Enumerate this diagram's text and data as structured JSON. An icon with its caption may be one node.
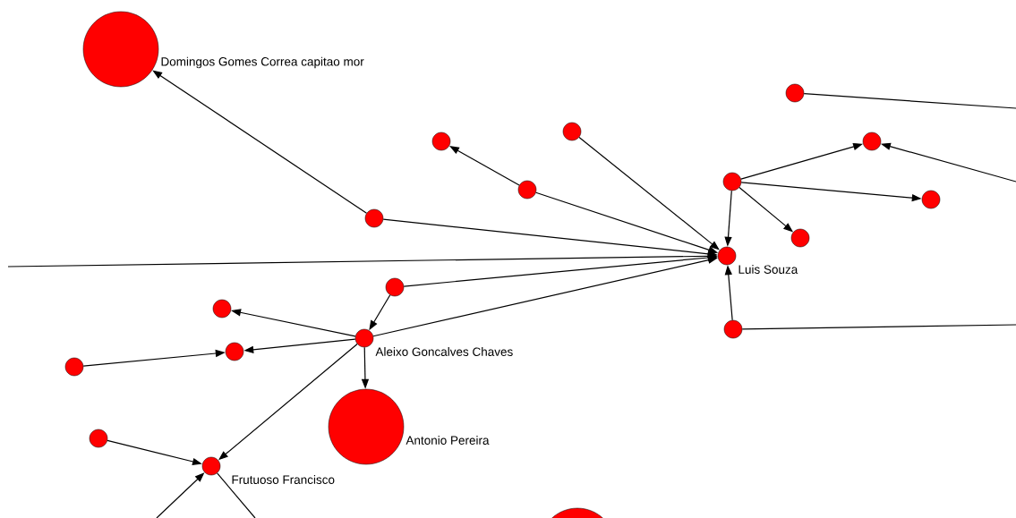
{
  "diagram": {
    "nodes": [
      {
        "text": [
          "Domingos Gomes Correa capitao mor"
        ]
      },
      {
        "text": [],
        "shape": "circle"
      },
      {
        "text": [],
        "shape": "circle"
      },
      {
        "text": [],
        "shape": "circle"
      },
      {
        "text": [],
        "shape": "circle"
      },
      {
        "text": [],
        "shape": "circle"
      },
      {
        "text": [],
        "shape": "circle"
      },
      {
        "text": [],
        "shape": "circle"
      },
      {
        "text": [],
        "shape": "circle"
      },
      {
        "text": [],
        "shape": "circle"
      },
      {
        "text": [
          "Luis Souza"
        ]
      },
      {
        "text": [],
        "shape": "circle"
      },
      {
        "text": [],
        "shape": "circle"
      },
      {
        "text": [
          "Aleixo Goncalves Chaves"
        ]
      },
      {
        "text": [],
        "shape": "circle"
      },
      {
        "text": [],
        "shape": "circle"
      },
      {
        "text": [],
        "shape": "circle"
      },
      {
        "text": [
          "Antonio Pereira"
        ]
      },
      {
        "text": [],
        "shape": "circle"
      },
      {
        "text": [
          "Frutuoso Francisco"
        ]
      },
      {
        "text": [],
        "shape": "circle"
      }
    ],
    "edges": [
      {
        "from": 8,
        "to": 0,
        "arrow": "to"
      },
      {
        "from": 8,
        "to": 10,
        "arrow": "to"
      },
      {
        "from": 5,
        "to": 2,
        "arrow": "to"
      },
      {
        "from": 5,
        "to": 10,
        "arrow": "to"
      },
      {
        "from": 3,
        "to": 10,
        "arrow": "to"
      },
      {
        "from": 6,
        "to": 4,
        "arrow": "to"
      },
      {
        "from": 6,
        "to": 7,
        "arrow": "to"
      },
      {
        "from": 6,
        "to": 9,
        "arrow": "to"
      },
      {
        "from": 6,
        "to": 10,
        "arrow": "to"
      },
      {
        "from": null,
        "to": 4,
        "arrow": "to"
      },
      {
        "from": 1,
        "to": null,
        "arrow": "none"
      },
      {
        "from": null,
        "to": 10,
        "arrow": "to"
      },
      {
        "from": 11,
        "to": 10,
        "arrow": "to"
      },
      {
        "from": 11,
        "to": 13,
        "arrow": "to"
      },
      {
        "from": 13,
        "to": 10,
        "arrow": "to"
      },
      {
        "from": 13,
        "to": 12,
        "arrow": "to"
      },
      {
        "from": 13,
        "to": 14,
        "arrow": "to"
      },
      {
        "from": 15,
        "to": 14,
        "arrow": "to"
      },
      {
        "from": 13,
        "to": 17,
        "arrow": "to"
      },
      {
        "from": 13,
        "to": 19,
        "arrow": "to"
      },
      {
        "from": 18,
        "to": 19,
        "arrow": "to"
      },
      {
        "from": 16,
        "to": 10,
        "arrow": "to"
      },
      {
        "from": 16,
        "to": null,
        "arrow": "none"
      },
      {
        "from": null,
        "to": 19,
        "arrow": "to"
      },
      {
        "from": 19,
        "to": null,
        "arrow": "none"
      }
    ]
  }
}
